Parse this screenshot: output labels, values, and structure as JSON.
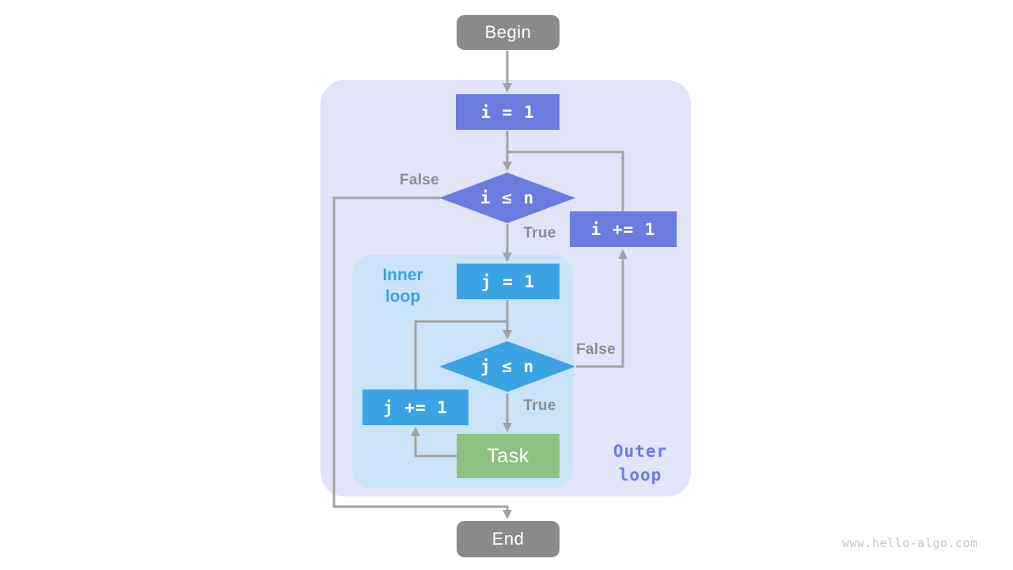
{
  "diagram": {
    "type": "flowchart",
    "topic": "nested loop control flow",
    "nodes": {
      "begin": {
        "label": "Begin",
        "shape": "rounded-terminal",
        "role": "start"
      },
      "i_init": {
        "label": "i = 1",
        "shape": "rectangle",
        "role": "outer-loop-init"
      },
      "i_cond": {
        "label": "i ≤ n",
        "shape": "diamond",
        "role": "outer-loop-condition"
      },
      "i_inc": {
        "label": "i += 1",
        "shape": "rectangle",
        "role": "outer-loop-increment"
      },
      "j_init": {
        "label": "j = 1",
        "shape": "rectangle",
        "role": "inner-loop-init"
      },
      "j_cond": {
        "label": "j ≤ n",
        "shape": "diamond",
        "role": "inner-loop-condition"
      },
      "j_inc": {
        "label": "j += 1",
        "shape": "rectangle",
        "role": "inner-loop-increment"
      },
      "task": {
        "label": "Task",
        "shape": "rectangle",
        "role": "loop-body"
      },
      "end": {
        "label": "End",
        "shape": "rounded-terminal",
        "role": "end"
      }
    },
    "edge_labels": {
      "outer_false": "False",
      "outer_true": "True",
      "inner_false": "False",
      "inner_true": "True"
    },
    "containers": {
      "outer": {
        "label_line1": "Outer",
        "label_line2": "loop"
      },
      "inner": {
        "label_line1": "Inner",
        "label_line2": "loop"
      }
    },
    "edges": [
      "Begin -> i = 1",
      "i = 1 -> i ≤ n",
      "i ≤ n -True-> j = 1",
      "i ≤ n -False-> End",
      "j = 1 -> j ≤ n",
      "j ≤ n -True-> Task",
      "j ≤ n -False-> i += 1",
      "Task -> j += 1",
      "j += 1 -> j ≤ n",
      "i += 1 -> i ≤ n"
    ]
  },
  "watermark": "www.hello-algo.com",
  "colors": {
    "outer_container_bg": "#e2e4f7",
    "inner_container_bg": "#cae3f8",
    "purple_node": "#6a7ce0",
    "blue_node": "#3ba2e4",
    "green_node": "#8cc180",
    "terminal_gray": "#8a8a8a",
    "edge_line": "#a2a2a2",
    "edge_label_gray": "#8d8d8d",
    "inner_label_blue": "#3ba2e4",
    "outer_label_purple": "#6a7ce0",
    "watermark_gray": "#c7c7c7",
    "node_text": "#ffffff",
    "page_bg": "#ffffff"
  }
}
